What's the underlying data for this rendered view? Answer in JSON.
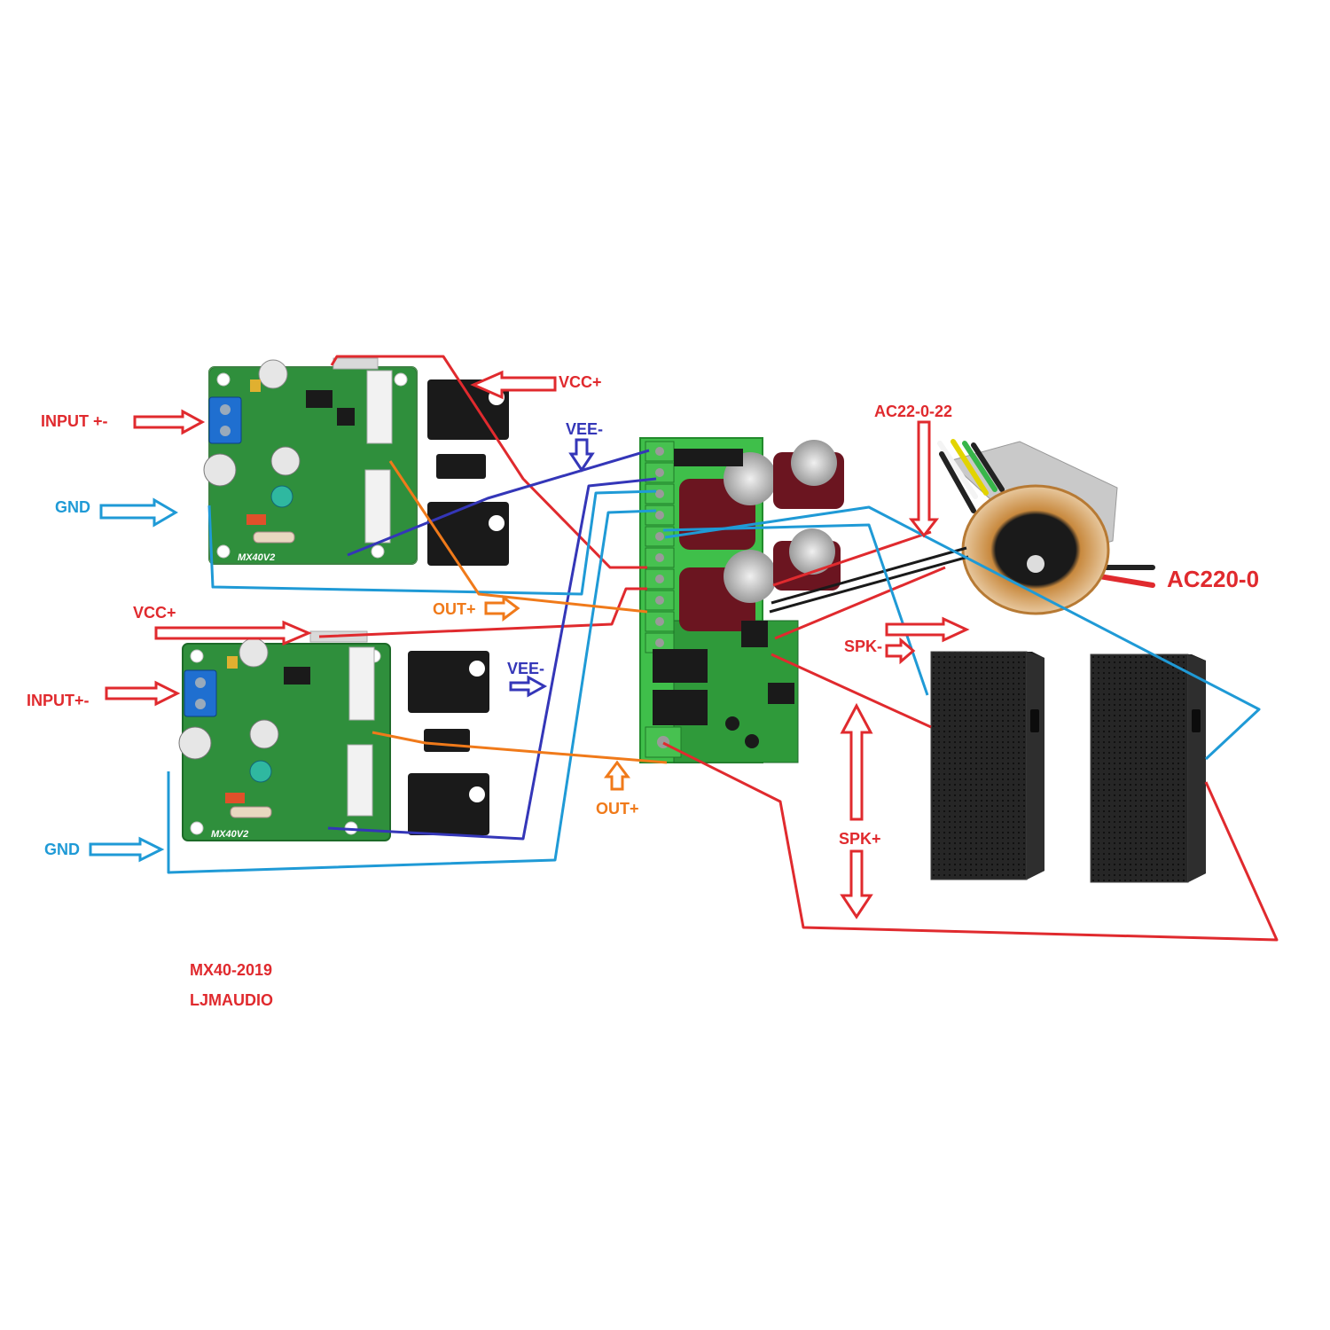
{
  "labels": {
    "input1": "INPUT +-",
    "gnd1": "GND",
    "vcc1": "VCC+",
    "vee1": "VEE-",
    "out1": "OUT+",
    "vcc2": "VCC+",
    "input2": "INPUT+-",
    "vee2": "VEE-",
    "gnd2": "GND",
    "out2": "OUT+",
    "ac_secondary": "AC22-0-22",
    "ac_primary": "AC220-0",
    "spk_minus": "SPK-",
    "spk_plus": "SPK+",
    "model": "MX40-2019",
    "brand": "LJMAUDIO"
  },
  "pcb_silkscreen": {
    "board1": "MX40V2",
    "board2": "MX40V2"
  },
  "colors": {
    "red": "#e02a2e",
    "blue": "#1f9ad6",
    "navy": "#3436b8",
    "orange": "#f07a1a",
    "pcb_green": "#2f8f3c",
    "psu_green": "#3fbf4a",
    "cap_maroon": "#6b1520",
    "speaker_black": "#1e1e1e"
  }
}
